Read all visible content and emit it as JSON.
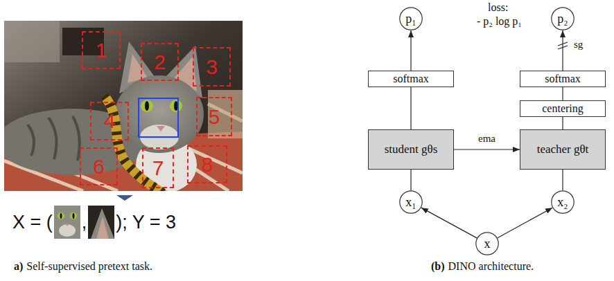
{
  "diagram": {
    "nodes": [
      {
        "text": [
          "1"
        ]
      },
      {
        "text": [
          "2"
        ]
      },
      {
        "text": [
          "3"
        ]
      },
      {
        "text": [
          "4"
        ]
      },
      {
        "text": [
          "5"
        ]
      },
      {
        "text": [
          "6"
        ]
      },
      {
        "text": [
          "7"
        ]
      },
      {
        "text": [
          "8"
        ]
      },
      {
        "text": [
          "p₁"
        ]
      },
      {
        "text": [
          "p₂"
        ]
      },
      {
        "text": [
          "softmax"
        ]
      },
      {
        "text": [
          "softmax"
        ]
      },
      {
        "text": [
          "centering"
        ]
      },
      {
        "text": [
          "student gθs"
        ]
      },
      {
        "text": [
          "teacher gθt"
        ]
      },
      {
        "text": [
          "x₁"
        ]
      },
      {
        "text": [
          "x₂"
        ]
      },
      {
        "text": [
          "x"
        ]
      }
    ],
    "edges": [
      {
        "from": 17,
        "to": 15,
        "arrow": "to"
      },
      {
        "from": 17,
        "to": 16,
        "arrow": "to"
      },
      {
        "from": 15,
        "to": 13,
        "arrow": "none"
      },
      {
        "from": 13,
        "to": 10,
        "arrow": "none"
      },
      {
        "from": 10,
        "to": 8,
        "arrow": "to"
      },
      {
        "from": 16,
        "to": 14,
        "arrow": "none"
      },
      {
        "from": 14,
        "to": 12,
        "arrow": "none"
      },
      {
        "from": 12,
        "to": 11,
        "arrow": "none"
      },
      {
        "from": 11,
        "to": 9,
        "arrow": "to",
        "label": "sg"
      },
      {
        "from": 13,
        "to": 14,
        "arrow": "to",
        "label": "ema"
      }
    ],
    "labels": [
      "X = (",
      ",",
      "); Y = 3",
      "a)",
      "Self-supervised pretext task.",
      "loss:",
      "- p₂ log p₁",
      "(b)",
      "DINO architecture."
    ]
  }
}
